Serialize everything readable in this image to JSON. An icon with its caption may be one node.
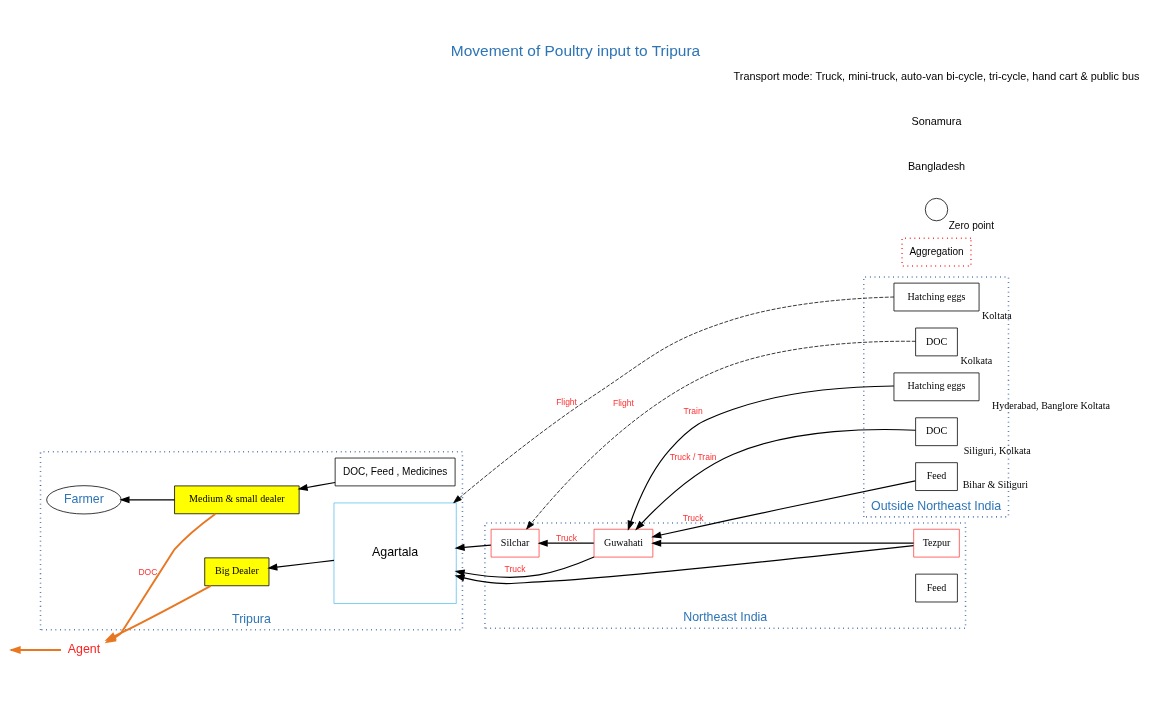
{
  "diagram": {
    "title": "Movement of Poultry input to Tripura",
    "nodes": [
      {
        "text": [
          "Tripura"
        ]
      },
      {
        "text": [
          "Agartala"
        ],
        "in": 0
      },
      {
        "text": [
          "Big Dealer"
        ],
        "in": 0
      },
      {
        "text": [
          "DOC, Feed , Medicines"
        ],
        "in": 0
      },
      {
        "text": [
          "Medium & small dealer"
        ],
        "in": 0
      },
      {
        "text": [
          "Farmer"
        ],
        "in": 0
      },
      {
        "text": [
          "Northeast India"
        ]
      },
      {
        "text": [
          "Silchar"
        ],
        "in": 6
      },
      {
        "text": [
          "Guwahati"
        ],
        "in": 6
      },
      {
        "text": [
          "Tezpur"
        ],
        "in": 6
      },
      {
        "text": [
          "Feed"
        ],
        "in": 6
      },
      {
        "text": [
          "Outside Northeast India"
        ]
      },
      {
        "text": [
          "Hatching eggs"
        ],
        "beside": [
          "Koltata"
        ],
        "in": 11
      },
      {
        "text": [
          "DOC"
        ],
        "beside": [
          "Kolkata"
        ],
        "in": 11
      },
      {
        "text": [
          "Hatching eggs"
        ],
        "beside": [
          "Hyderabad, Banglore Koltata"
        ],
        "in": 11
      },
      {
        "text": [
          "DOC"
        ],
        "beside": [
          "Siliguri, Kolkata"
        ],
        "in": 11
      },
      {
        "text": [
          "Feed"
        ],
        "beside": [
          "Bihar & Siliguri"
        ],
        "in": 11
      },
      {
        "text": [
          "Agent"
        ]
      },
      {
        "text": [
          "Aggregation"
        ]
      },
      {
        "text": [],
        "shape": "circle",
        "beside": [
          "Zero point"
        ]
      }
    ],
    "edges": [
      {
        "from": 1,
        "to": 2,
        "arrow": "to"
      },
      {
        "from": 3,
        "to": 4,
        "arrow": "to"
      },
      {
        "from": 4,
        "to": 5,
        "arrow": "to"
      },
      {
        "from": 7,
        "to": 1,
        "arrow": "to"
      },
      {
        "from": 8,
        "to": 1,
        "arrow": "to",
        "label": "Truck"
      },
      {
        "from": 9,
        "to": 1,
        "arrow": "to"
      },
      {
        "from": 8,
        "to": 7,
        "arrow": "to",
        "label": "Truck"
      },
      {
        "from": 9,
        "to": 8,
        "arrow": "to"
      },
      {
        "from": 12,
        "to": 1,
        "arrow": "to",
        "style": "dashed",
        "label": "Flight"
      },
      {
        "from": 13,
        "to": 7,
        "arrow": "to",
        "style": "dashed",
        "label": "Flight"
      },
      {
        "from": 14,
        "to": 8,
        "arrow": "to",
        "label": "Train"
      },
      {
        "from": 15,
        "to": 8,
        "arrow": "to",
        "label": "Truck / Train"
      },
      {
        "from": 16,
        "to": 8,
        "arrow": "to",
        "label": "Truck"
      },
      {
        "from": 2,
        "to": 17,
        "arrow": "to",
        "color": "#e87722"
      },
      {
        "from": 4,
        "to": 17,
        "arrow": "to",
        "color": "#e87722",
        "label": "DOC"
      },
      {
        "from": 17,
        "to": null,
        "arrow": "to",
        "color": "#e87722"
      }
    ],
    "labels": [
      "Bangladesh",
      "Sonamura",
      "Transport mode: Truck, mini-truck, auto-van bi-cycle, tri-cycle, hand cart & public bus"
    ]
  }
}
